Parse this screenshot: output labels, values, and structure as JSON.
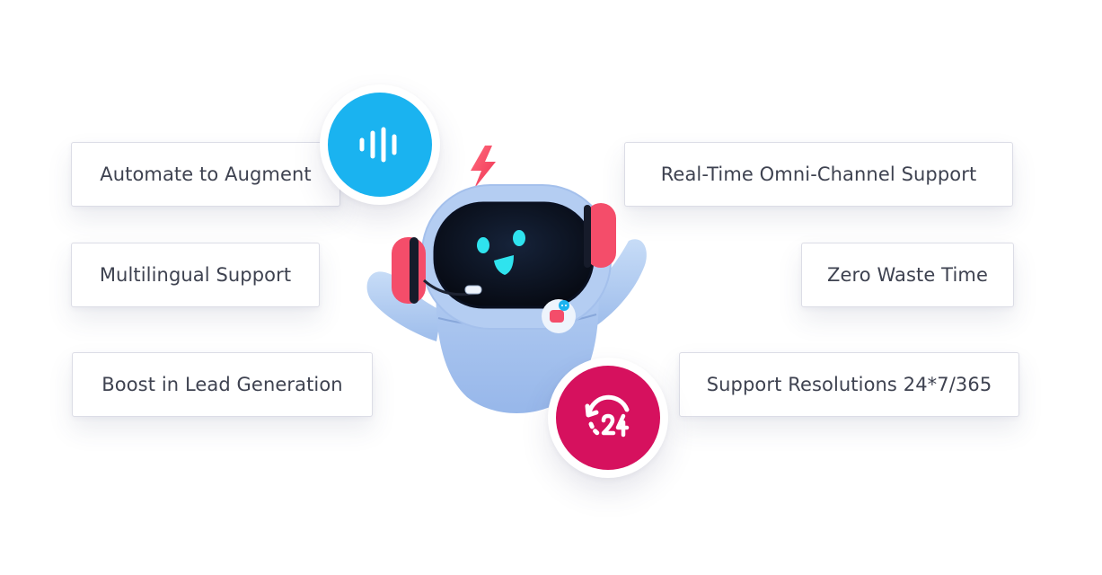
{
  "features_left": [
    {
      "label": "Automate to Augment"
    },
    {
      "label": "Multilingual Support"
    },
    {
      "label": "Boost in Lead Generation"
    }
  ],
  "features_right": [
    {
      "label": "Real-Time Omni-Channel Support"
    },
    {
      "label": "Zero Waste Time"
    },
    {
      "label": "Support Resolutions 24*7/365"
    }
  ],
  "badges": {
    "voice": {
      "icon": "audio-wave-icon",
      "color": "#1ab3f0"
    },
    "support_24": {
      "icon": "clock-24-icon",
      "color": "#d6115e"
    }
  },
  "mascot": {
    "icon": "robot-mascot-icon",
    "accent": "#f44d6a",
    "body_color": "#a9c6ef"
  }
}
